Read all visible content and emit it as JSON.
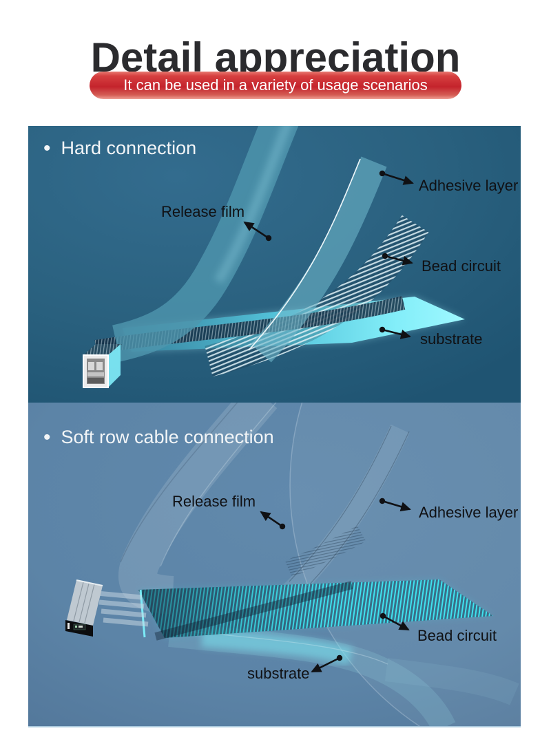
{
  "header": {
    "title": "Detail appreciation",
    "subtitle": "It can be used in a variety of usage scenarios",
    "title_color": "#2b2b2e",
    "banner_red": "#c5242c",
    "banner_text_color": "#ffffff"
  },
  "panels": [
    {
      "id": "hard-connection",
      "bullet": "•",
      "heading": "Hard connection",
      "background_color": "#2a617f",
      "labels": [
        {
          "name": "release-film",
          "text": "Release film"
        },
        {
          "name": "adhesive-layer",
          "text": "Adhesive layer"
        },
        {
          "name": "bead-circuit",
          "text": "Bead circuit"
        },
        {
          "name": "substrate",
          "text": "substrate"
        }
      ],
      "colors": {
        "substrate_cyan": "#7deefb",
        "label_text": "#101114",
        "heading_text": "#f2f5f7"
      }
    },
    {
      "id": "soft-row-cable-connection",
      "bullet": "•",
      "heading": "Soft row cable connection",
      "background_color": "#5d86a9",
      "labels": [
        {
          "name": "release-film",
          "text": "Release film"
        },
        {
          "name": "adhesive-layer",
          "text": "Adhesive layer"
        },
        {
          "name": "bead-circuit",
          "text": "Bead circuit"
        },
        {
          "name": "substrate",
          "text": "substrate"
        }
      ],
      "colors": {
        "bead_cyan": "#3fe2ef",
        "label_text": "#101114",
        "heading_text": "#f2f5f7"
      }
    }
  ]
}
